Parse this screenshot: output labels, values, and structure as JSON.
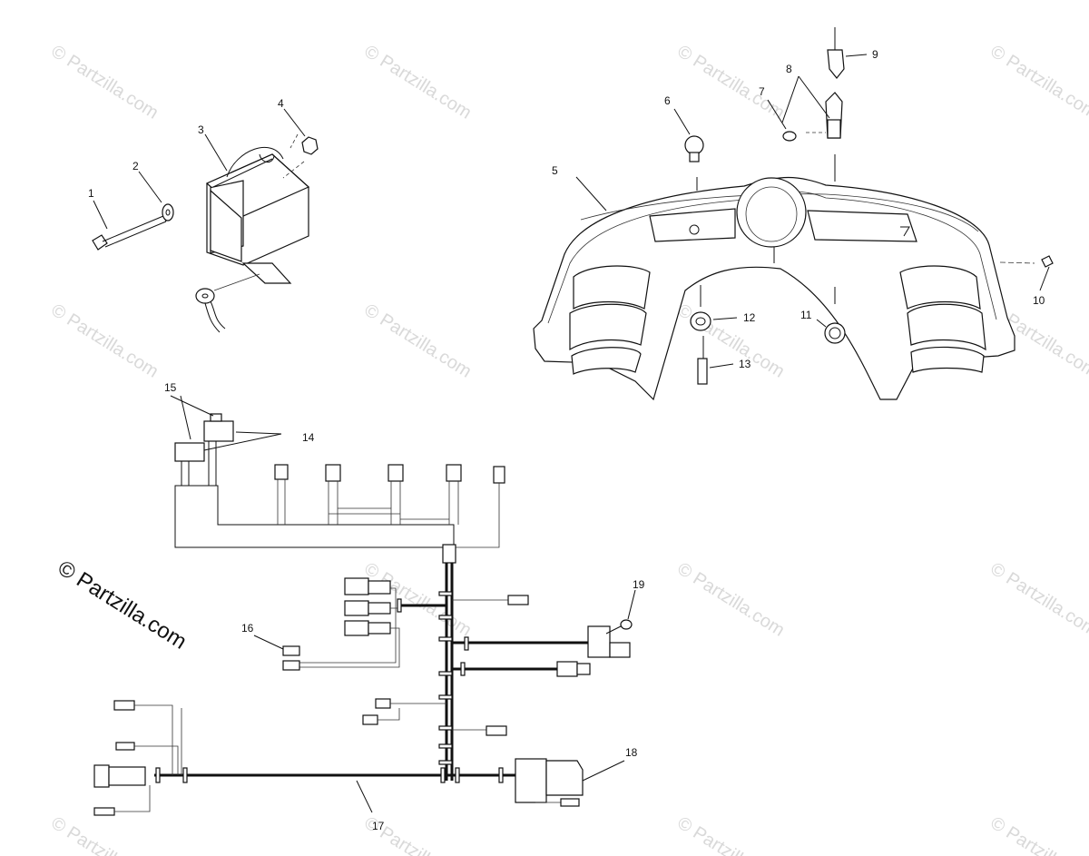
{
  "watermark": {
    "text": "© Partzilla.com",
    "main_text": "© Partzilla.com"
  },
  "callouts": {
    "c1": "1",
    "c2": "2",
    "c3": "3",
    "c4": "4",
    "c5": "5",
    "c6": "6",
    "c7": "7",
    "c8": "8",
    "c9": "9",
    "c10": "10",
    "c11": "11",
    "c12": "12",
    "c13": "13",
    "c14": "14",
    "c15": "15",
    "c16": "16",
    "c17": "17",
    "c18": "18",
    "c19": "19"
  }
}
